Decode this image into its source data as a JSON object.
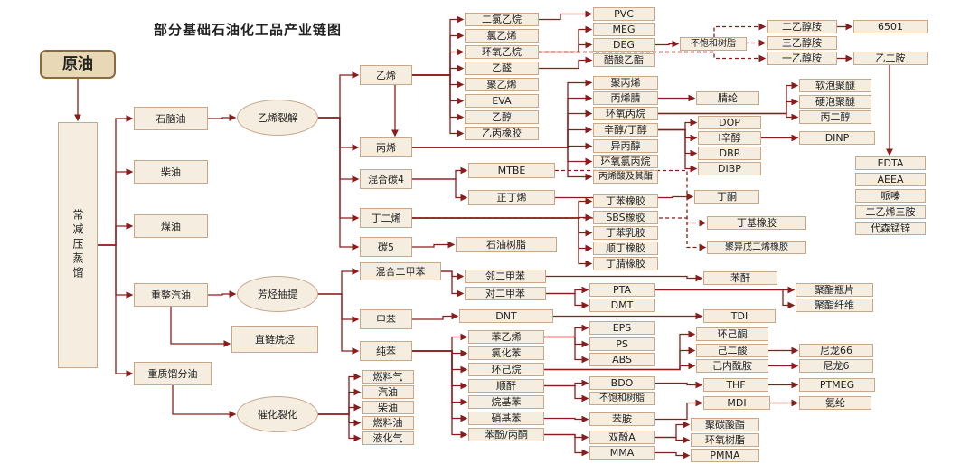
{
  "title": "部分基础石油化工品产业链图",
  "colors": {
    "line": "#8b1c1c",
    "box_fill": "#f4ede0",
    "box_border": "#c9a889",
    "root_fill": "#e8d8b6"
  },
  "nodes": {
    "crude": "原油",
    "distill": "常减压蒸馏",
    "naphtha": "石脑油",
    "diesel": "柴油",
    "kerosene": "煤油",
    "heavy_gasoline": "重整汽油",
    "heavy_fraction": "重质馏分油",
    "steam_cracking": "乙烯裂解",
    "aromatics_extraction": "芳烃抽提",
    "catalytic_cracking": "催化裂化",
    "linear_alkylbenzene": "直链烷烃",
    "ethylene": "乙烯",
    "propylene": "丙烯",
    "mixed_c4": "混合碳4",
    "butadiene": "丁二烯",
    "c5": "碳5",
    "mixed_xylene": "混合二甲苯",
    "toluene": "甲苯",
    "benzene": "纯苯",
    "fuel_gas": "燃料气",
    "gasoline": "汽油",
    "diesel2": "柴油",
    "fuel_oil": "燃料油",
    "lpg": "液化气",
    "dichloroethane": "二氯乙烷",
    "vinyl_chloride": "氯乙烯",
    "ethylene_oxide": "环氧乙烷",
    "acetaldehyde": "乙醛",
    "polyethylene": "聚乙烯",
    "eva": "EVA",
    "ethanol": "乙醇",
    "epdm": "乙丙橡胶",
    "pvc": "PVC",
    "meg": "MEG",
    "deg": "DEG",
    "vinyl_acetate": "醋酸乙酯",
    "unsat_resin_top": "不饱和树脂",
    "diethanolamine": "二乙醇胺",
    "triethanolamine": "三乙醇胺",
    "monoethanolamine": "一乙醇胺",
    "n6501": "6501",
    "ethylenediamine": "乙二胺",
    "edta": "EDTA",
    "aeea": "AEEA",
    "piperazine": "哌嗪",
    "triethylenetetramine": "二乙烯三胺",
    "mn_compound": "代森锰锌",
    "polypropylene": "聚丙烯",
    "acrylonitrile": "丙烯腈",
    "propylene_oxide": "环氧丙烷",
    "octanol_butanol": "辛醇/丁醇",
    "isopropanol": "异丙醇",
    "epichlorohydrin": "环氧氯丙烷",
    "acrylic_acid": "丙烯酸及其酯",
    "acrylic_fiber": "腈纶",
    "soft_foam": "软泡聚醚",
    "hard_foam": "硬泡聚醚",
    "propylene_glycol": "丙二醇",
    "dop": "DOP",
    "i_octanol": "I辛醇",
    "dbp": "DBP",
    "dibp": "DIBP",
    "dinp": "DINP",
    "mtbe": "MTBE",
    "n_butene": "正丁烯",
    "butanone": "丁酮",
    "sbr": "丁苯橡胶",
    "sbs": "SBS橡胶",
    "styrene_latex": "丁苯乳胶",
    "br": "顺丁橡胶",
    "nbr": "丁腈橡胶",
    "butyl_rubber": "丁基橡胶",
    "polyisoprene": "聚异戊二烯橡胶",
    "petroleum_resin": "石油树脂",
    "o_xylene": "邻二甲苯",
    "p_xylene": "对二甲苯",
    "pa_anhydride": "苯酐",
    "pta": "PTA",
    "dmt": "DMT",
    "polyester_chip": "聚酯瓶片",
    "polyester_fiber": "聚酯纤维",
    "dnt": "DNT",
    "tdi": "TDI",
    "styrene": "苯乙烯",
    "chlorobenzene": "氯化苯",
    "cyclohexane": "环己烷",
    "maleic_anhydride": "顺酐",
    "alkylbenzene": "烷基苯",
    "nitrobenzene": "硝基苯",
    "phenol_acetone": "苯酚/丙酮",
    "eps": "EPS",
    "ps": "PS",
    "abs": "ABS",
    "cyclohexanone": "环己酮",
    "adipic_acid": "己二酸",
    "caprolactam": "己内酰胺",
    "nylon66": "尼龙66",
    "nylon6": "尼龙6",
    "bdo": "BDO",
    "unsat_resin_bottom": "不饱和树脂",
    "thf": "THF",
    "ptmeg": "PTMEG",
    "aniline": "苯胺",
    "mdi": "MDI",
    "spandex": "氨纶",
    "bisphenol_a": "双酚A",
    "pc": "聚碳酸酯",
    "epoxy": "环氧树脂",
    "mma": "MMA",
    "pmma": "PMMA"
  }
}
